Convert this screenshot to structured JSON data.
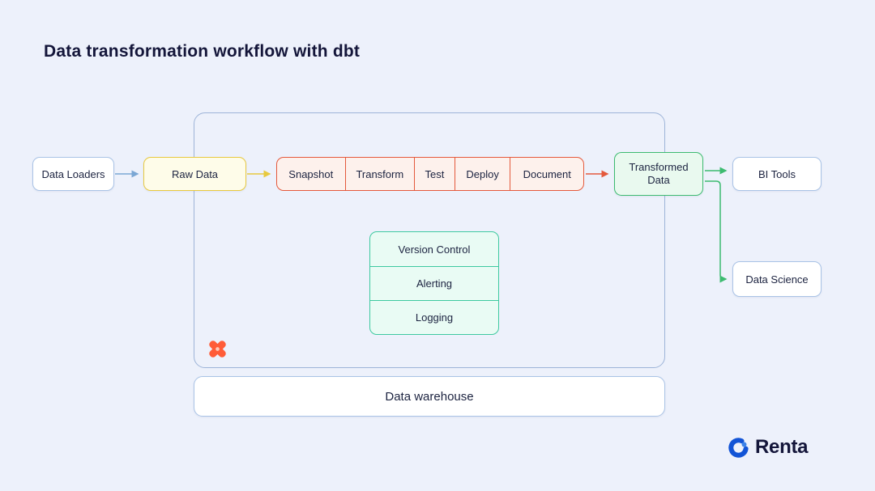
{
  "title": "Data transformation workflow with dbt",
  "diagram": {
    "data_loaders": "Data Loaders",
    "raw_data": "Raw Data",
    "pipeline_steps": [
      "Snapshot",
      "Transform",
      "Test",
      "Deploy",
      "Document"
    ],
    "transformed_data": "Transformed Data",
    "bi_tools": "BI Tools",
    "data_science": "Data Science",
    "ops_items": [
      "Version Control",
      "Alerting",
      "Logging"
    ],
    "data_warehouse": "Data warehouse"
  },
  "branding": {
    "renta": "Renta"
  },
  "icons": {
    "dbt": "dbt-logo-icon",
    "renta": "renta-logo-icon"
  },
  "colors": {
    "background": "#edf1fb",
    "title_text": "#14163a",
    "box_border_blue": "#a9c3e6",
    "container_border": "#9db4d8",
    "yellow_border": "#e7c93f",
    "yellow_fill": "#fefce9",
    "coral_border": "#e4593c",
    "coral_fill": "#fdf1ec",
    "green_border": "#3dbb70",
    "green_fill": "#e9f9ef",
    "teal_border": "#3ec9a0",
    "teal_fill": "#e9fbf4",
    "arrow_blue": "#7ba7d4",
    "dbt_orange": "#ff5c38",
    "renta_blue": "#1254d6"
  }
}
